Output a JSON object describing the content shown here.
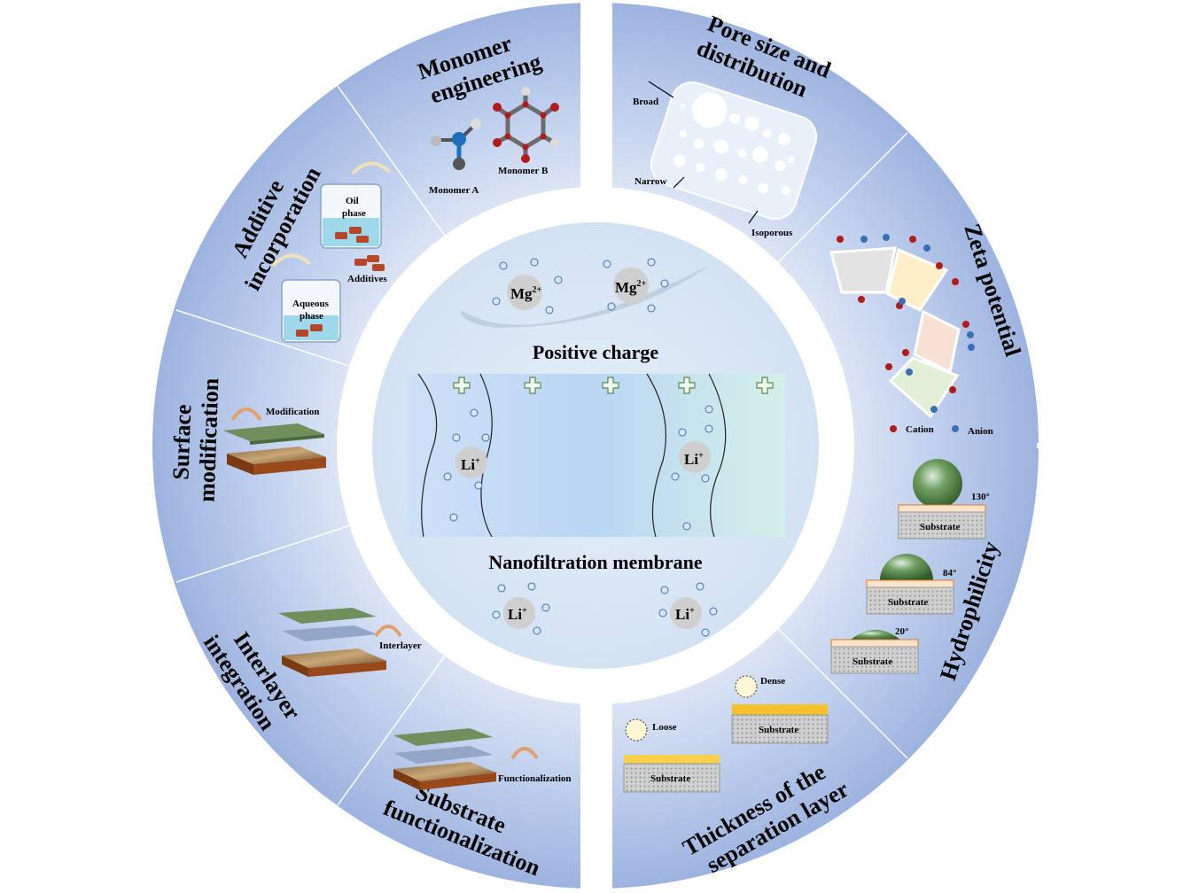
{
  "segments": {
    "monomer": {
      "line1": "Monomer",
      "line2": "engineering",
      "label_a": "Monomer A",
      "label_b": "Monomer B"
    },
    "pore": {
      "line1": "Pore size and",
      "line2": "distribution",
      "broad": "Broad",
      "narrow": "Narrow",
      "isoporous": "Isoporous"
    },
    "zeta": {
      "title": "Zeta potential",
      "cation": "Cation",
      "anion": "Anion"
    },
    "hydro": {
      "title": "Hydrophilicity",
      "substrate": "Substrate",
      "angle1": "130°",
      "angle2": "84°",
      "angle3": "20°"
    },
    "thickness": {
      "line1": "Thickness of the",
      "line2": "separation layer",
      "loose": "Loose",
      "dense": "Dense",
      "substrate": "Substrate"
    },
    "substrate_func": {
      "line1": "Substrate",
      "line2": "functionalization",
      "label": "Functionalization"
    },
    "interlayer": {
      "line1": "Interlayer",
      "line2": "integration",
      "label": "Interlayer"
    },
    "surface": {
      "line1": "Surface",
      "line2": "modification",
      "label": "Modification"
    },
    "additive": {
      "line1": "Additive",
      "line2": "incorporation",
      "oil_1": "Oil",
      "oil_2": "phase",
      "aq_1": "Aqueous",
      "aq_2": "phase",
      "additives": "Additives"
    }
  },
  "center": {
    "positive_charge": "Positive charge",
    "membrane": "Nanofiltration membrane",
    "mg": "Mg",
    "mg_sup": "2+",
    "li": "Li",
    "li_sup": "+",
    "plus": "+"
  },
  "colors": {
    "ring": "#a9bde4",
    "ring_dark": "#8fa8d8",
    "center": "#d9e6f5",
    "gap": "#ffffff"
  }
}
